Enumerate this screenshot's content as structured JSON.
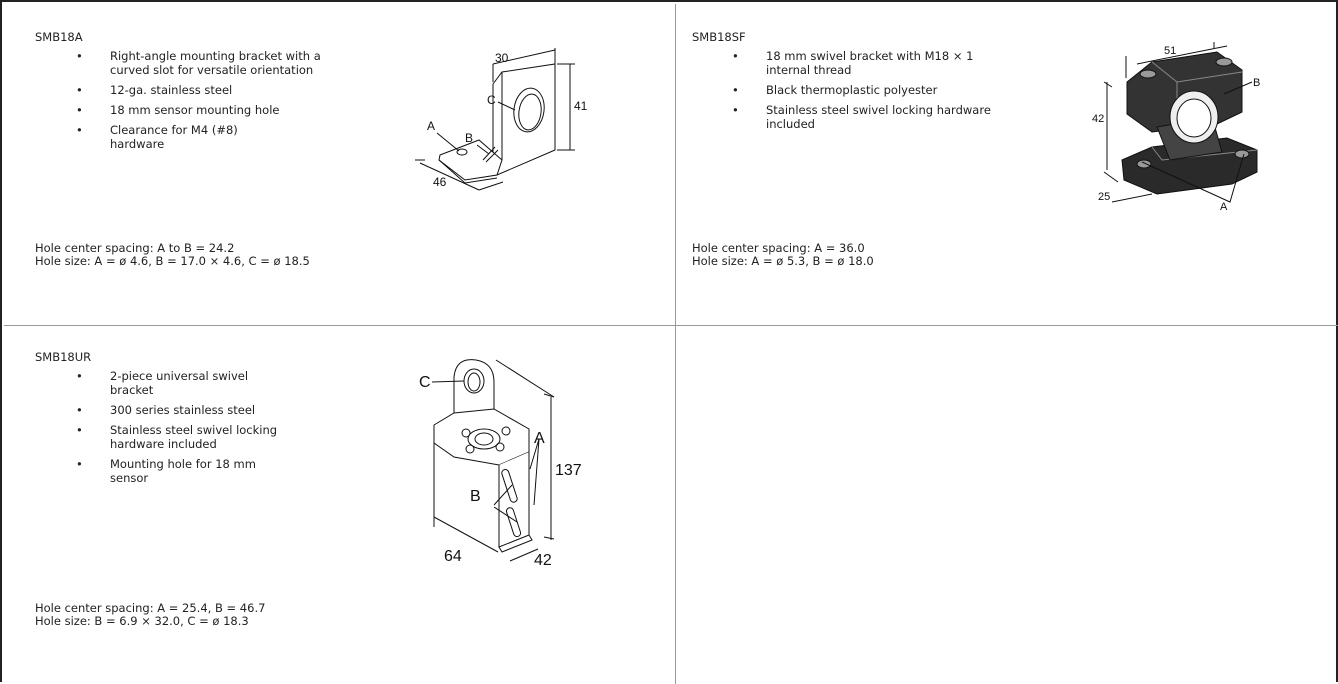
{
  "cells": [
    {
      "model": "SMB18A",
      "features": [
        "Right-angle mounting bracket with a curved slot for versatile orientation",
        "12-ga. stainless steel",
        "18 mm sensor mounting hole",
        "Clearance for M4 (#8) hardware"
      ],
      "spacing": "Hole center spacing: A to B = 24.2",
      "hole_size": "Hole size: A = ø 4.6, B = 17.0 × 4.6, C = ø 18.5",
      "figure": {
        "dim_width": "30",
        "dim_height": "41",
        "dim_length": "46",
        "label_a": "A",
        "label_b": "B",
        "label_c": "C"
      }
    },
    {
      "model": "SMB18SF",
      "features": [
        "18 mm swivel bracket with M18 × 1 internal thread",
        "Black thermoplastic polyester",
        "Stainless steel swivel locking hardware included"
      ],
      "spacing": "Hole center spacing: A = 36.0",
      "hole_size": "Hole size: A = ø 5.3, B = ø 18.0",
      "figure": {
        "dim_width": "51",
        "dim_height": "42",
        "dim_depth": "25",
        "label_a": "A",
        "label_b": "B"
      }
    },
    {
      "model": "SMB18UR",
      "features": [
        "2-piece universal swivel bracket",
        "300 series stainless steel",
        "Stainless steel swivel locking hardware included",
        "Mounting hole for 18 mm sensor"
      ],
      "spacing": "Hole center spacing: A = 25.4, B = 46.7",
      "hole_size": "Hole size: B = 6.9 × 32.0, C = ø 18.3",
      "figure": {
        "dim_height": "137",
        "dim_width": "64",
        "dim_depth": "42",
        "label_a": "A",
        "label_b": "B",
        "label_c": "C"
      }
    }
  ]
}
